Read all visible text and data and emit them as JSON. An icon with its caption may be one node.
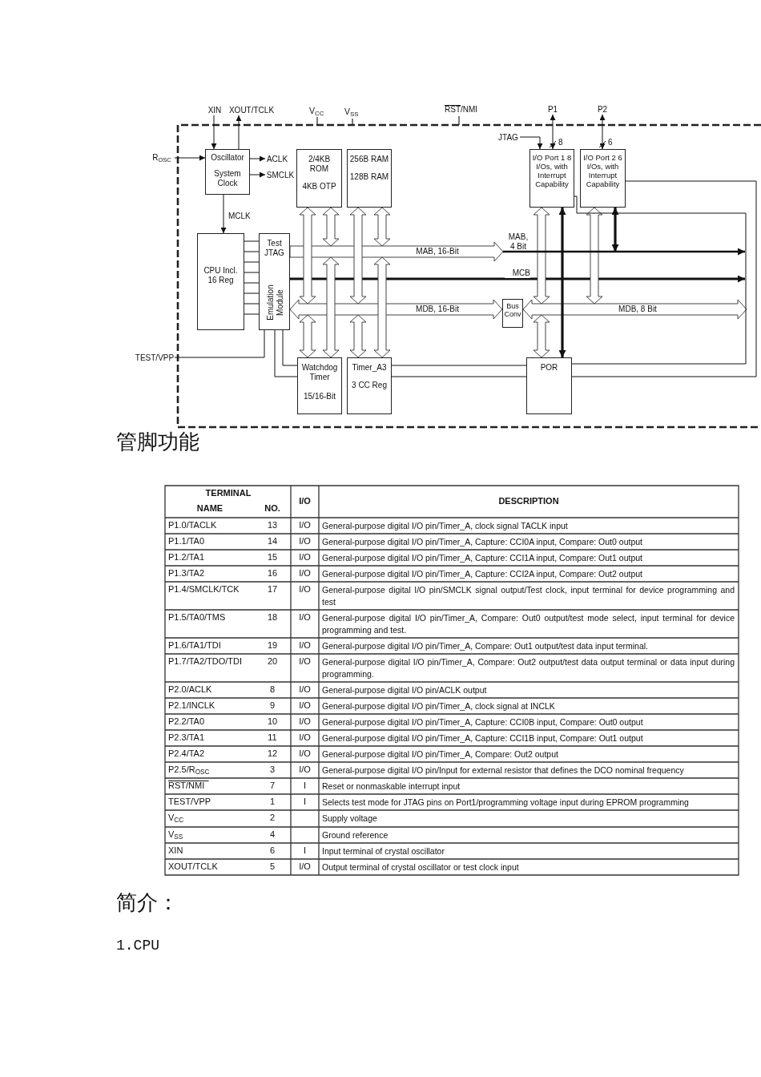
{
  "diagram": {
    "nodes": [
      {
        "text": [
          "Oscillator",
          "System Clock"
        ]
      },
      {
        "text": [
          "2/4KB ROM",
          "4KB OTP"
        ]
      },
      {
        "text": [
          "256B RAM",
          "128B RAM"
        ]
      },
      {
        "text": [
          "CPU Incl. 16 Reg"
        ]
      },
      {
        "text": [
          "Test JTAG",
          "Emulation Module"
        ]
      },
      {
        "text": [
          "I/O Port 1 8 I/Os, with Interrupt Capability"
        ]
      },
      {
        "text": [
          "I/O Port 2 6 I/Os, with Interrupt Capability"
        ]
      },
      {
        "text": [
          "Bus Conv"
        ]
      },
      {
        "text": [
          "Watchdog Timer",
          "15/16-Bit"
        ]
      },
      {
        "text": [
          "Timer_A3",
          "3 CC Reg"
        ]
      },
      {
        "text": [
          "POR"
        ]
      },
      {
        "text": [
          "XIN"
        ]
      },
      {
        "text": [
          "XOUT/TCLK"
        ]
      },
      {
        "text": [
          "R$_{OSC}$"
        ]
      },
      {
        "text": [
          "ACLK"
        ]
      },
      {
        "text": [
          "SMCLK"
        ]
      },
      {
        "text": [
          "P1"
        ]
      },
      {
        "text": [
          "P2"
        ]
      },
      {
        "text": [
          "JTAG"
        ]
      },
      {
        "text": [
          "TEST/VPP"
        ]
      }
    ],
    "edges": [
      {
        "from": 11,
        "to": 0,
        "arrow": "to"
      },
      {
        "from": 0,
        "to": 12,
        "arrow": "to"
      },
      {
        "from": 13,
        "to": 0,
        "arrow": "to"
      },
      {
        "from": 0,
        "to": 14,
        "arrow": "to"
      },
      {
        "from": 0,
        "to": 15,
        "arrow": "to"
      },
      {
        "from": 0,
        "to": 3,
        "arrow": "to",
        "label": "MCLK"
      },
      {
        "from": 3,
        "to": 4,
        "arrow": "none"
      },
      {
        "from": 16,
        "to": 5,
        "arrow": "both"
      },
      {
        "from": 17,
        "to": 6,
        "arrow": "both"
      },
      {
        "from": 18,
        "to": 5,
        "arrow": "to"
      },
      {
        "from": 19,
        "to": 4,
        "arrow": "none"
      },
      {
        "from": 4,
        "to": 8,
        "arrow": "none"
      },
      {
        "from": 4,
        "to": 8,
        "arrow": "none"
      },
      {
        "from": 9,
        "to": 10,
        "arrow": "none"
      },
      {
        "from": 9,
        "to": 10,
        "arrow": "none"
      },
      {
        "from": 5,
        "to": 10,
        "arrow": "none"
      },
      {
        "from": 6,
        "to": 10,
        "arrow": "none"
      },
      {
        "from": 5,
        "to": 10,
        "arrow": "both",
        "style": "thick"
      },
      {
        "from": 6,
        "to": null,
        "arrow": "both",
        "style": "thick"
      },
      {
        "from": 5,
        "to": null,
        "arrow": "both"
      },
      {
        "from": 6,
        "to": null,
        "arrow": "both"
      },
      {
        "from": 10,
        "to": null,
        "arrow": "both"
      },
      {
        "from": 1,
        "to": null,
        "arrow": "both"
      },
      {
        "from": 1,
        "to": null,
        "arrow": "both"
      },
      {
        "from": 2,
        "to": null,
        "arrow": "both"
      },
      {
        "from": 2,
        "to": null,
        "arrow": "both"
      },
      {
        "from": 8,
        "to": null,
        "arrow": "both"
      },
      {
        "from": 8,
        "to": null,
        "arrow": "both"
      },
      {
        "from": 9,
        "to": null,
        "arrow": "both"
      },
      {
        "from": 9,
        "to": null,
        "arrow": "both"
      },
      {
        "from": 4,
        "to": null,
        "arrow": "to",
        "label": "MAB, 16-Bit"
      },
      {
        "from": 4,
        "to": null,
        "arrow": "to",
        "label": "MCB",
        "style": "thick"
      },
      {
        "from": 4,
        "to": 7,
        "arrow": "both",
        "label": "MDB, 16-Bit"
      },
      {
        "from": 7,
        "to": null,
        "arrow": "both",
        "label": "MDB, 8 Bit"
      }
    ],
    "labels": [
      "V$_{CC}$",
      "V$_{SS}$",
      "RST/NMI",
      "8",
      "6",
      "MAB, 4 Bit",
      "管脚功能",
      "TERMINAL",
      "I/O",
      "DESCRIPTION",
      "NAME",
      "NO.",
      "P1.0/TACLK",
      "13",
      "I/O",
      "General-purpose digital I/O pin/Timer_A, clock signal TACLK input",
      "P1.1/TA0",
      "14",
      "I/O",
      "General-purpose digital I/O pin/Timer_A, Capture: CCI0A input, Compare: Out0 output",
      "P1.2/TA1",
      "15",
      "I/O",
      "General-purpose digital I/O pin/Timer_A, Capture: CCI1A input, Compare: Out1 output",
      "P1.3/TA2",
      "16",
      "I/O",
      "General-purpose digital I/O pin/Timer_A, Capture: CCI2A input, Compare: Out2 output",
      "P1.4/SMCLK/TCK",
      "17",
      "I/O",
      "General-purpose digital I/O pin/SMCLK signal output/Test clock, input terminal for device programming and test",
      "P1.5/TA0/TMS",
      "18",
      "I/O",
      "General-purpose digital I/O pin/Timer_A, Compare: Out0 output/test mode select, input terminal for device programming and test.",
      "P1.6/TA1/TDI",
      "19",
      "I/O",
      "General-purpose digital I/O pin/Timer_A, Compare: Out1 output/test data input terminal.",
      "P1.7/TA2/TDO/TDI",
      "20",
      "I/O",
      "General-purpose digital I/O pin/Timer_A, Compare: Out2 output/test data output terminal or data input during programming.",
      "P2.0/ACLK",
      "8",
      "I/O",
      "General-purpose digital I/O pin/ACLK output",
      "P2.1/INCLK",
      "9",
      "I/O",
      "General-purpose digital I/O pin/Timer_A, clock signal at INCLK",
      "P2.2/TA0",
      "10",
      "I/O",
      "General-purpose digital I/O pin/Timer_A, Capture: CCI0B input, Compare: Out0 output",
      "P2.3/TA1",
      "11",
      "I/O",
      "General-purpose digital I/O pin/Timer_A, Capture: CCI1B input, Compare: Out1 output",
      "P2.4/TA2",
      "12",
      "I/O",
      "General-purpose digital I/O pin/Timer_A, Compare: Out2 output",
      "P2.5/R$_{OSC}$",
      "3",
      "I/O",
      "General-purpose digital I/O pin/Input for external resistor that defines the DCO nominal frequency",
      "RST/NMI",
      "7",
      "I",
      "Reset or nonmaskable interrupt input",
      "TEST/VPP",
      "1",
      "I",
      "Selects test mode for JTAG pins on Port1/programming voltage input during EPROM programming",
      "V$_{CC}$",
      "2",
      "Supply voltage",
      "V$_{SS}$",
      "4",
      "Ground reference",
      "XIN",
      "6",
      "I",
      "Input terminal of crystal oscillator",
      "XOUT/TCLK",
      "5",
      "I/O",
      "Output terminal of crystal oscillator or test clock input",
      "简介：",
      "1.CPU"
    ]
  }
}
